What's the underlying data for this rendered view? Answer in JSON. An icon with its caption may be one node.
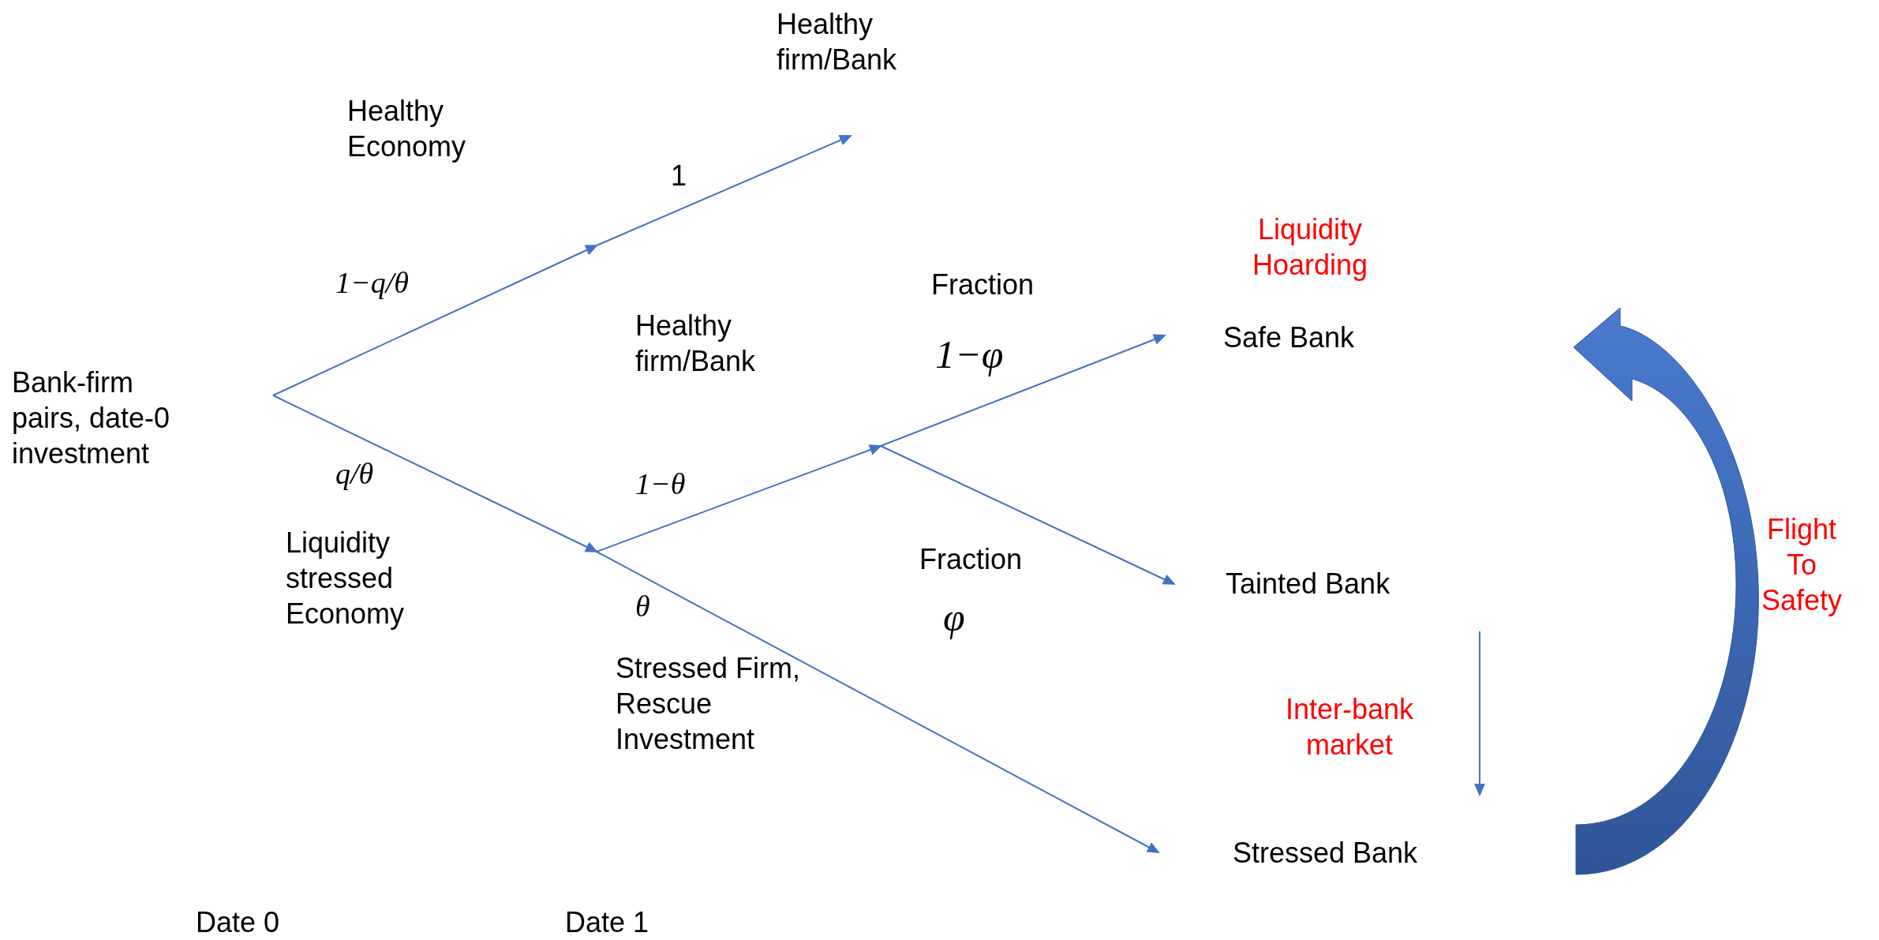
{
  "diagram": {
    "nodes": [
      {
        "text": [
          "Bank-firm pairs, date-0 investment"
        ]
      },
      {
        "text": [
          "Healthy firm/Bank"
        ]
      },
      {
        "text": [
          "Safe Bank"
        ],
        "beside": [
          "Liquidity Hoarding"
        ]
      },
      {
        "text": [
          "Tainted Bank"
        ]
      },
      {
        "text": [
          "Stressed Bank"
        ]
      }
    ],
    "edges": [
      {
        "from": 0,
        "to": 1,
        "arrow": "to"
      },
      {
        "from": 0,
        "to": 2,
        "arrow": "to"
      },
      {
        "from": 0,
        "to": 3,
        "arrow": "to"
      },
      {
        "from": 0,
        "to": 4,
        "arrow": "to"
      },
      {
        "from": 3,
        "to": 4,
        "arrow": "to",
        "label": "Inter-bank market"
      },
      {
        "from": 4,
        "to": 2,
        "arrow": "to",
        "label": "Flight To Safety",
        "style": "thick"
      }
    ],
    "labels": [
      "Healthy Economy",
      "1−q/θ",
      "1",
      "q/θ",
      "Liquidity stressed Economy",
      "Healthy firm/Bank",
      "1−θ",
      "θ",
      "Stressed Firm, Rescue Investment",
      "Fraction",
      "1−φ",
      "Fraction",
      "φ",
      "Date 0",
      "Date 1"
    ]
  }
}
